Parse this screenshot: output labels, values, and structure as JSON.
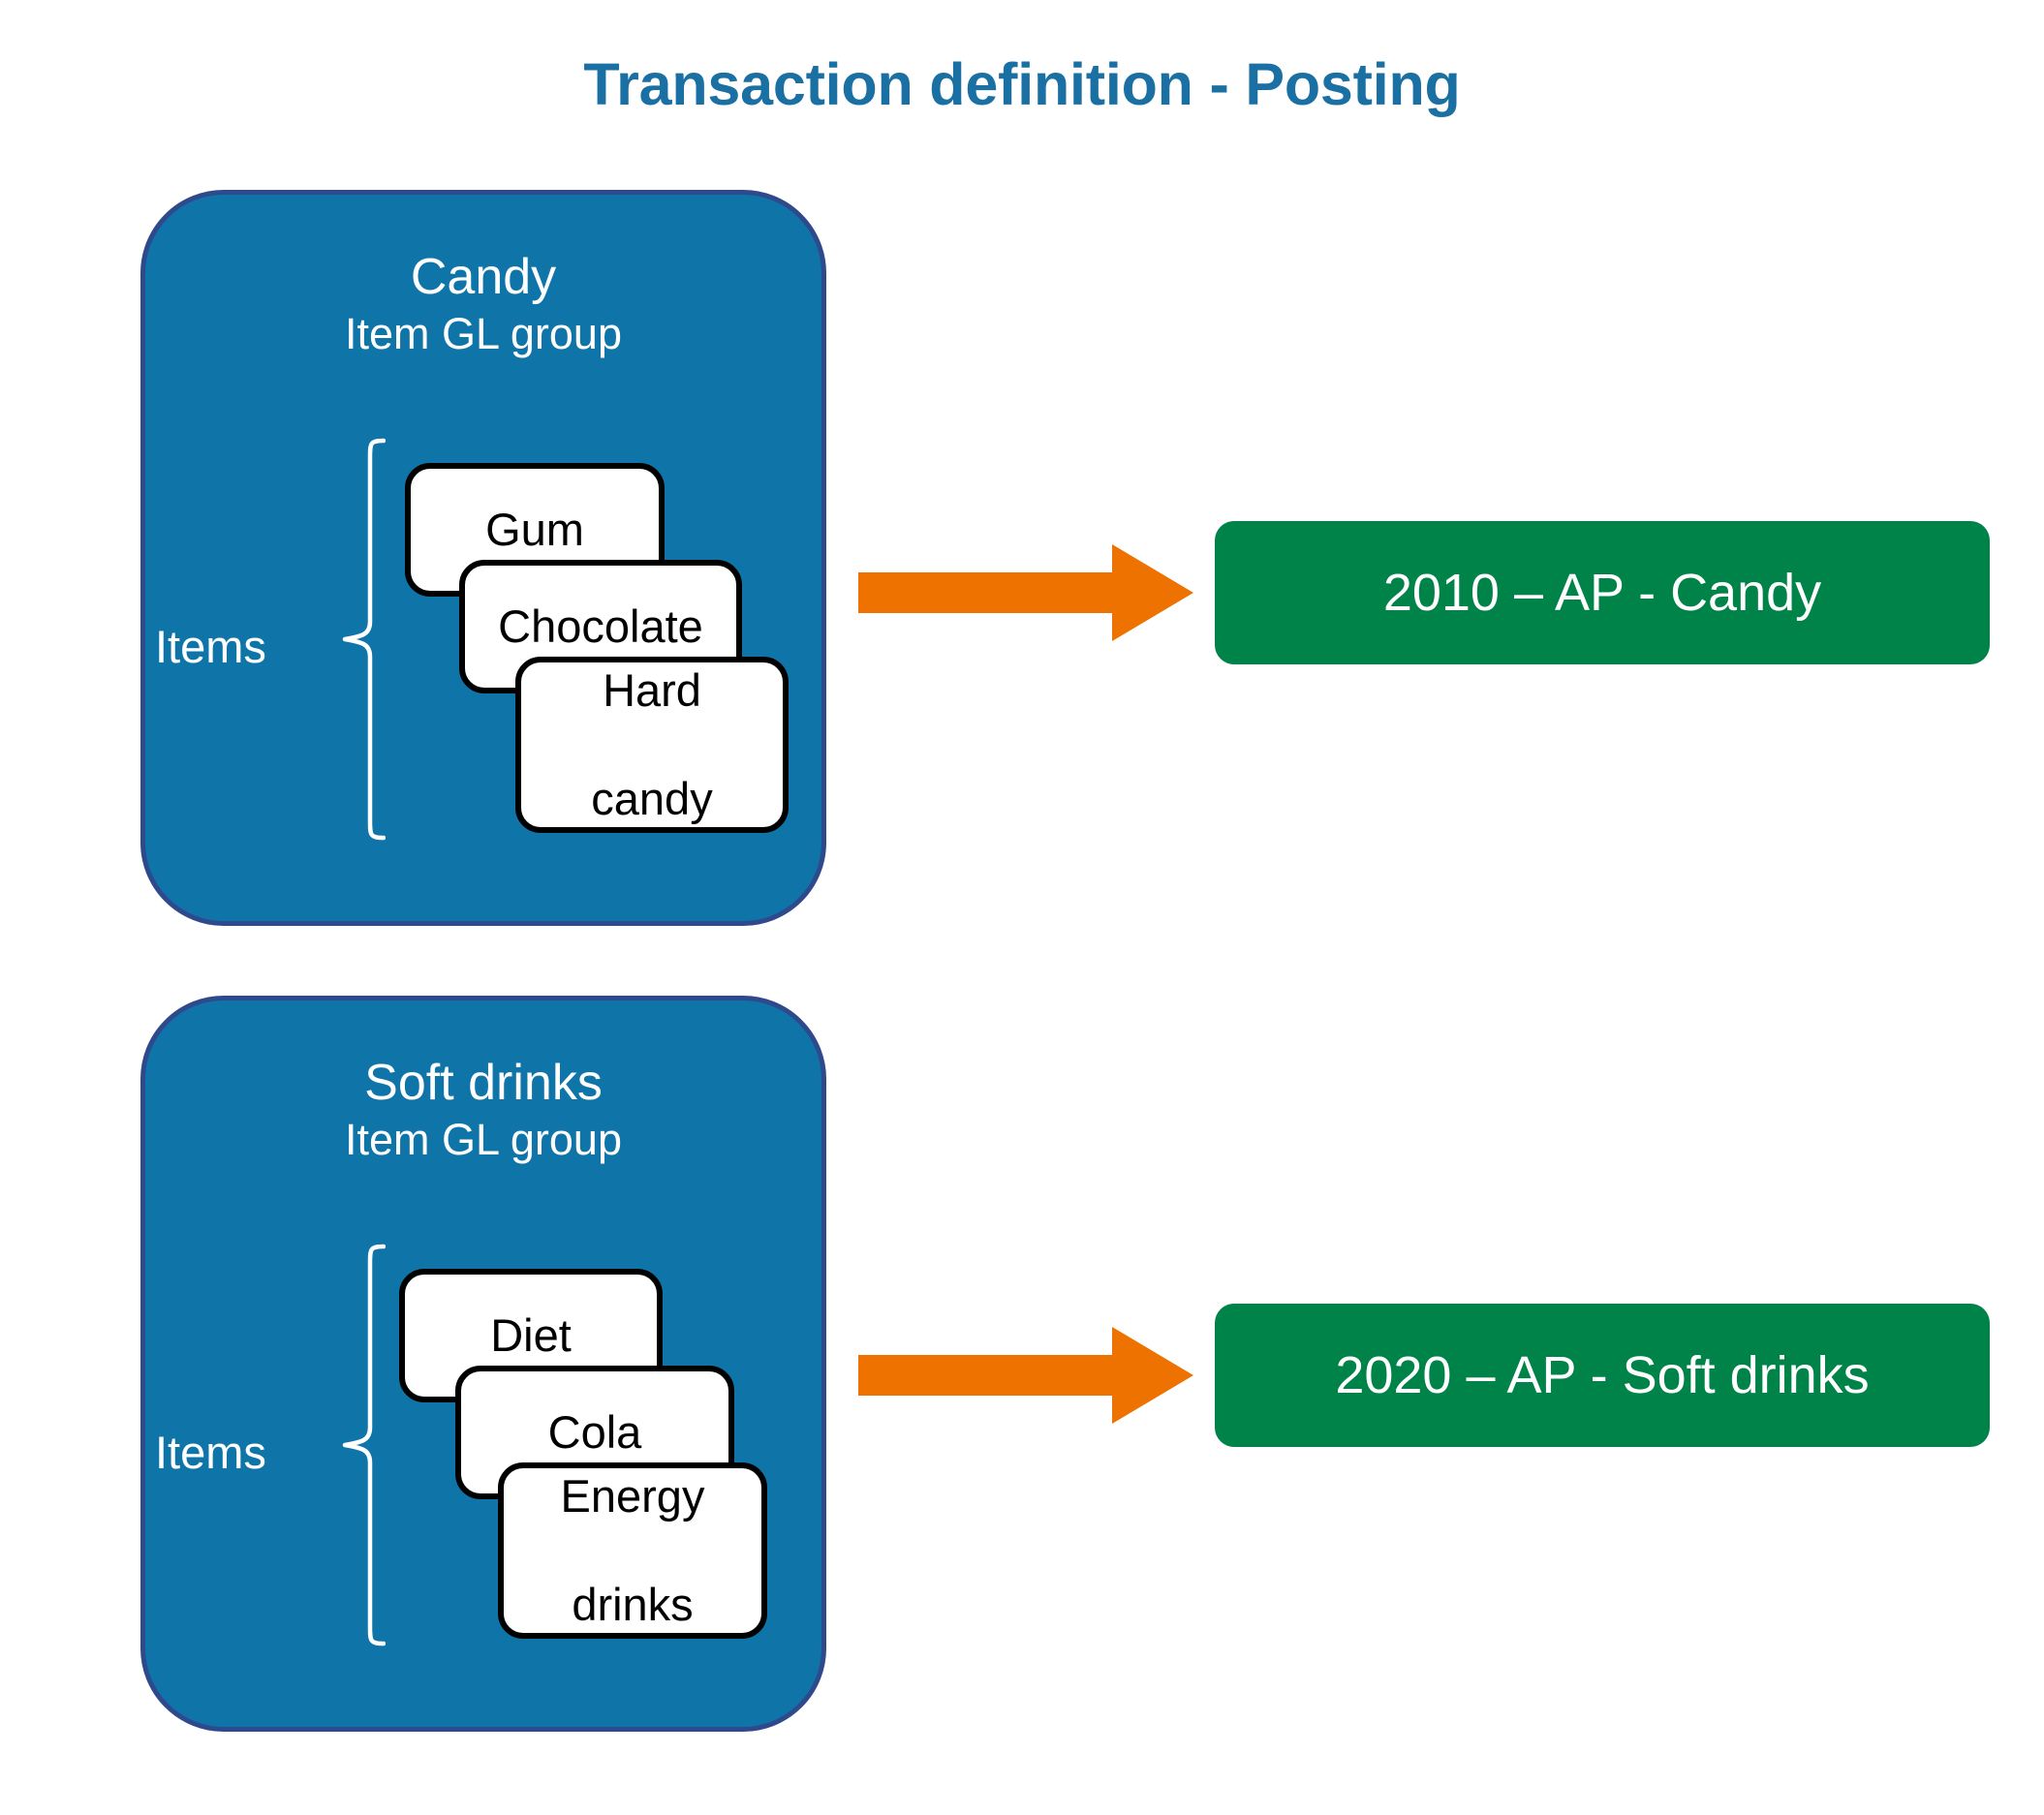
{
  "page": {
    "title": "Transaction definition - Posting",
    "background_color": "#ffffff"
  },
  "colors": {
    "title_blue": "#1A6FA3",
    "panel_blue": "#0F74A8",
    "panel_border_blue": "#2F4A8C",
    "card_white": "#ffffff",
    "card_border_black": "#000000",
    "arrow_orange": "#EE7200",
    "account_green": "#008348",
    "text_white": "#ffffff",
    "text_black": "#000000"
  },
  "groups": [
    {
      "name": "candy",
      "title": "Candy",
      "subtitle": "Item GL group",
      "items_label": "Items",
      "items": [
        {
          "label": "Gum",
          "lines": [
            "Gum"
          ]
        },
        {
          "label": "Chocolate",
          "lines": [
            "Chocolate"
          ]
        },
        {
          "label": "Hard candy",
          "lines": [
            "Hard",
            "candy"
          ]
        }
      ],
      "arrow": {
        "direction": "right"
      },
      "account": {
        "label": "2010 – AP - Candy"
      }
    },
    {
      "name": "soft-drinks",
      "title": "Soft drinks",
      "subtitle": "Item GL group",
      "items_label": "Items",
      "items": [
        {
          "label": "Diet",
          "lines": [
            "Diet"
          ]
        },
        {
          "label": "Cola",
          "lines": [
            "Cola"
          ]
        },
        {
          "label": "Energy drinks",
          "lines": [
            "Energy",
            "drinks"
          ]
        }
      ],
      "arrow": {
        "direction": "right"
      },
      "account": {
        "label": "2020 – AP - Soft drinks"
      }
    }
  ]
}
